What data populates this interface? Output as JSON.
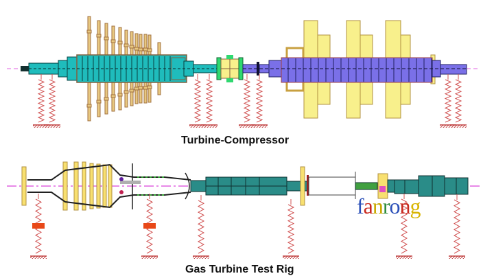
{
  "diagrams": [
    {
      "caption": "Turbine-Compressor"
    },
    {
      "caption": "Gas Turbine Test Rig"
    }
  ],
  "watermark": {
    "letters": [
      "f",
      "a",
      "n",
      "r",
      "o",
      "n",
      "g"
    ],
    "colors": [
      "#2a4fb8",
      "#c8281e",
      "#c8a800",
      "#2e8b3a",
      "#2a4fb8",
      "#c8281e",
      "#d8b400"
    ]
  },
  "colors": {
    "compressor_shaft": "#1fbcbc",
    "turbine_shaft": "#7a70e8",
    "disk": "#f8f08c",
    "blade": "#e8c880",
    "spring": "#d05050",
    "test_rig_shaft": "#2a8c88",
    "damper": "#e84818",
    "centerline": "#e060e0"
  }
}
